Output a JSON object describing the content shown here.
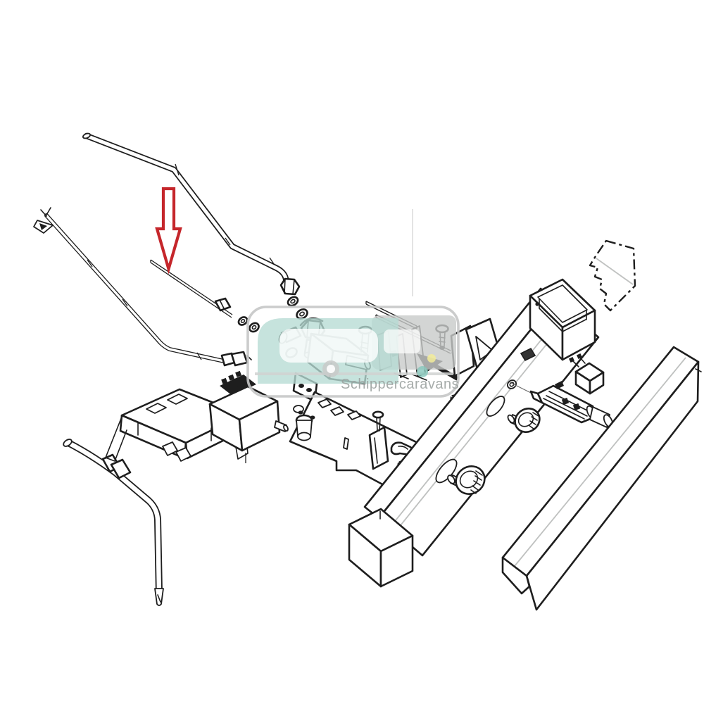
{
  "watermark": {
    "text": "Schippercaravans",
    "logo": "caravan-silhouette"
  },
  "annotation": {
    "type": "pointer-arrow",
    "style": "hollow-outline",
    "direction": "down",
    "points_to": "thermocouple-probe"
  },
  "colors": {
    "background": "#ffffff",
    "line": "#1e1e1e",
    "arrow_red": "#c5262b",
    "logo_teal": "#b6dbd4",
    "logo_teal_dark": "#86c7bb",
    "logo_gray": "#c8cac9",
    "logo_border": "#c5c7c6",
    "logo_text": "#9aa09e",
    "logo_yellow": "#f2ec9a"
  },
  "diagram": {
    "kind": "exploded-parts-line-drawing",
    "parts": [
      "gas-supply-pipe",
      "pipe-union-nut",
      "pipe-olive-rings",
      "pilot-pipe",
      "thermocouple-probe",
      "thermocouple-nut",
      "thermocouple-ferrules",
      "burner-feed-tube",
      "mounting-box",
      "solenoid-valve",
      "gas-valve-assembly",
      "support-rods",
      "mounting-plate",
      "clamp-flange",
      "retaining-clip",
      "fixing-screws",
      "wall-bracket",
      "pointer-wedge",
      "control-rail",
      "rail-end-block",
      "rail-end-cap",
      "control-knob-large",
      "control-knob-small",
      "valve-spindle",
      "micro-switch",
      "phantom-panel",
      "trim-angle-profile"
    ]
  }
}
